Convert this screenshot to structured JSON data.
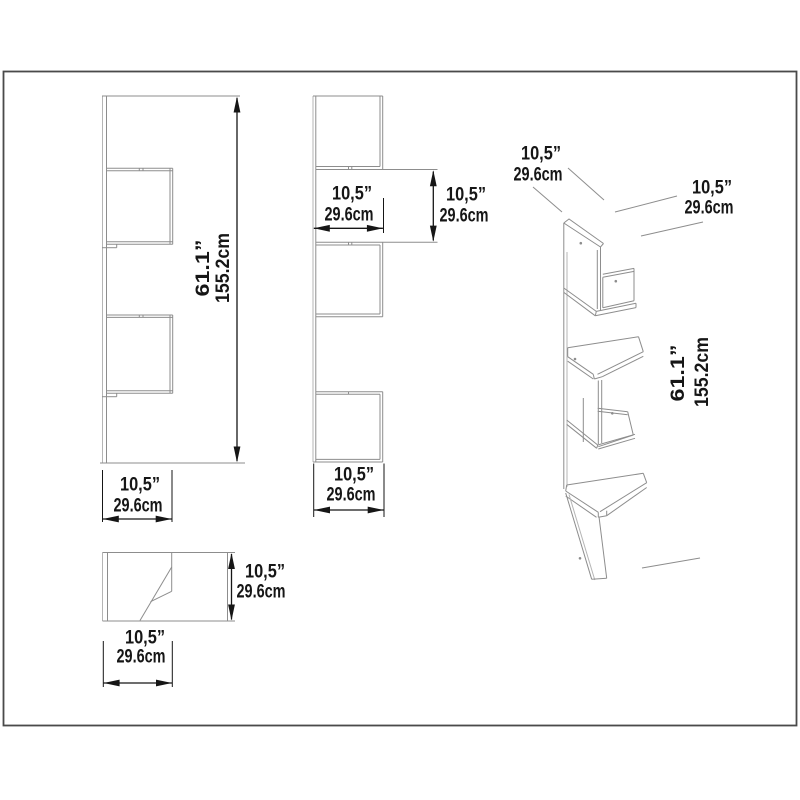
{
  "frame_color": "#4a4a4a",
  "line_color": "#8d8d8d",
  "dim_color": "#161616",
  "product_dimensions": {
    "height": "61.1” / 155.2cm",
    "width": "10,5” / 29.6cm",
    "depth": "10,5” / 29.6cm"
  },
  "views": {
    "front": {
      "height_in": "61.1”",
      "height_cm": "155.2cm",
      "width_in": "10,5”",
      "width_cm": "29.6cm"
    },
    "side": {
      "opening_width_in": "10,5”",
      "opening_width_cm": "29.6cm",
      "opening_height_in": "10,5”",
      "opening_height_cm": "29.6cm",
      "width_in": "10,5”",
      "width_cm": "29.6cm"
    },
    "top": {
      "depth_in": "10,5”",
      "depth_cm": "29.6cm",
      "width_in": "10,5”",
      "width_cm": "29.6cm"
    },
    "perspective": {
      "width_in": "10,5”",
      "width_cm": "29.6cm",
      "depth_in": "10,5”",
      "depth_cm": "29.6cm",
      "height_in": "61.1”",
      "height_cm": "155.2cm"
    }
  }
}
